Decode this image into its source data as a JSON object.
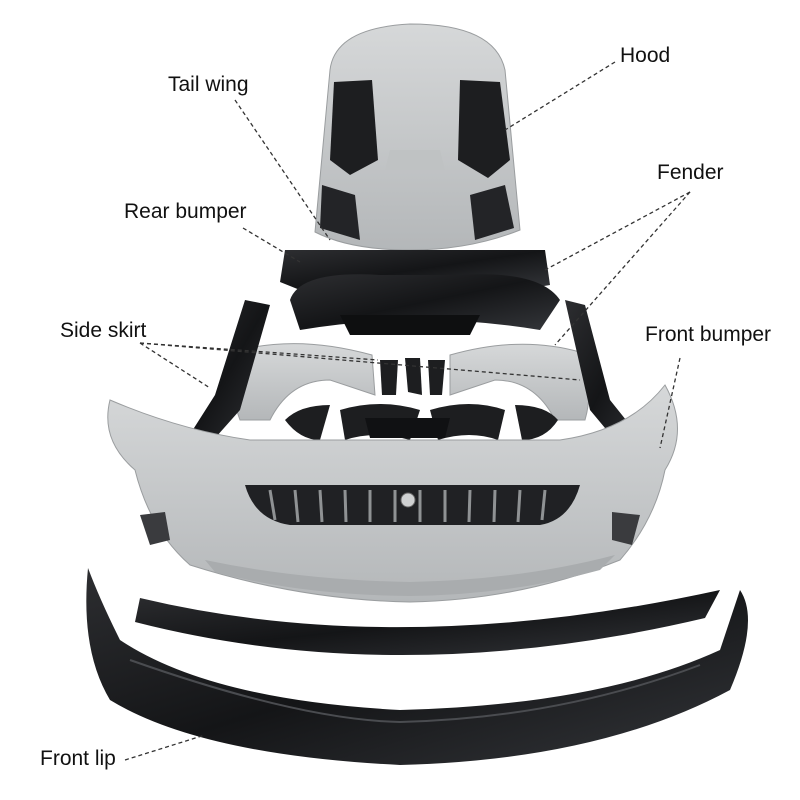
{
  "labels": {
    "hood": "Hood",
    "tail_wing": "Tail wing",
    "fender": "Fender",
    "rear_bumper": "Rear bumper",
    "side_skirt": "Side skirt",
    "front_bumper": "Front bumper",
    "front_lip": "Front lip"
  },
  "colors": {
    "primer_grey": "#c9cbcc",
    "carbon_black": "#1e1f21",
    "leader_line": "#333333",
    "background": "#ffffff"
  }
}
